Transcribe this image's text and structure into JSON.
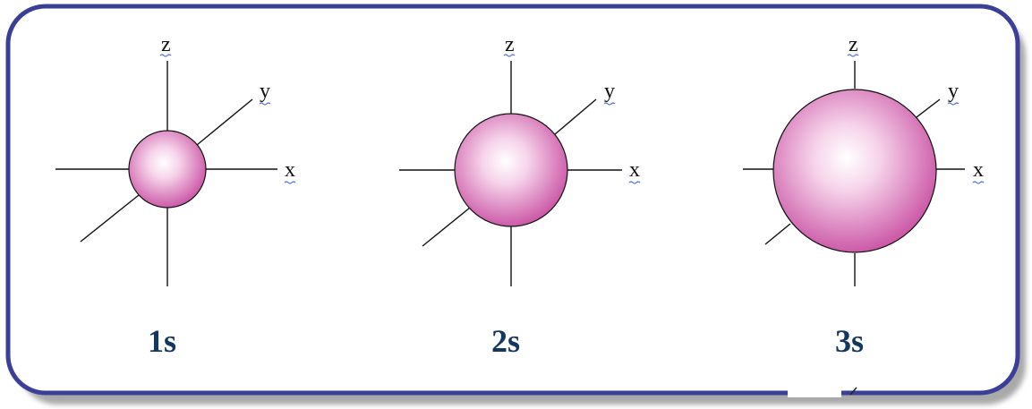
{
  "colors": {
    "frame_border": "#3b3f97",
    "frame_shadow": "#9a9a9a",
    "orbital_edge": "#c0509a",
    "orbital_center": "#ffffff",
    "label_color": "#14375f",
    "axis_color": "#111111",
    "spellcheck_underline": "#4a6fd8"
  },
  "orbitals": [
    {
      "label": "1s",
      "axes": {
        "x": "x",
        "y": "y",
        "z": "z"
      }
    },
    {
      "label": "2s",
      "axes": {
        "x": "x",
        "y": "y",
        "z": "z"
      }
    },
    {
      "label": "3s",
      "axes": {
        "x": "x",
        "y": "y",
        "z": "z"
      }
    }
  ]
}
